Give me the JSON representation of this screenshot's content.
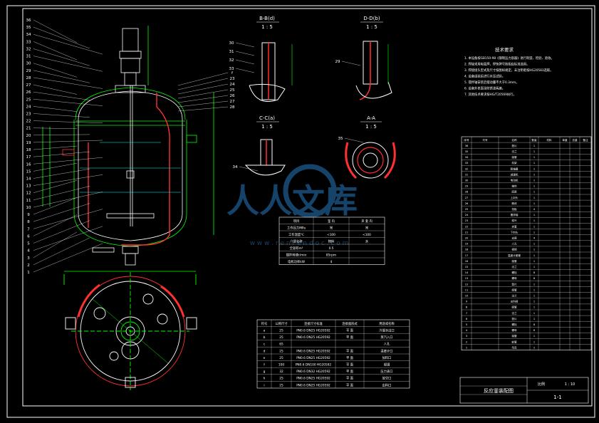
{
  "sections": {
    "bb": {
      "title": "B-B(d)",
      "scale": "1 : 5"
    },
    "dd": {
      "title": "D-D(b)",
      "scale": "1 : 5"
    },
    "cc": {
      "title": "C-C(a)",
      "scale": "1 : 5"
    },
    "aa": {
      "title": "A-A",
      "scale": "1 : 5"
    }
  },
  "tech_requirements": {
    "title": "技术要求",
    "lines": [
      "1. 本设备按GB150-98《钢制压力容器》进行制造、检验、验收。",
      "2. 焊接采用电弧焊，焊条牌号按相应标准选用。",
      "3. 焊接接头型式及尺寸按图样规定，未注明者按HG20583选取。",
      "4. 设备组装后进行水压试验。",
      "5. 搅拌轴安装后摆动量不大于0.3mm。",
      "6. 设备外表面涂防锈漆两遍。",
      "7. 其他技术要求按HG/T20569执行。"
    ]
  },
  "design_table": {
    "headers": [
      "项目",
      "釜 内",
      "夹 套 内"
    ],
    "rows": [
      [
        "工作压力MPa",
        "常",
        "常"
      ],
      [
        "工作温度℃",
        "<100",
        "<100"
      ],
      [
        "介质名称",
        "物料",
        "水"
      ],
      [
        "全容积m³",
        "0.5",
        ""
      ],
      [
        "搅拌转速r/min",
        "85rpm",
        ""
      ],
      [
        "电机功率kW",
        "4",
        ""
      ]
    ]
  },
  "nozzle_table": {
    "headers": [
      "符号",
      "公称尺寸",
      "连接尺寸标准",
      "连接面形式",
      "用途或名称"
    ],
    "rows": [
      [
        "a",
        "25",
        "PN0.6 DN25 HG20592",
        "平 面",
        "冷凝水出口"
      ],
      [
        "b",
        "25",
        "PN0.6 DN25 HG20592",
        "平 面",
        "蒸汽入口"
      ],
      [
        "c",
        "65",
        "",
        "",
        "人孔"
      ],
      [
        "d",
        "25",
        "PN0.6 DN25 HG20592",
        "平 面",
        "温度计口"
      ],
      [
        "e",
        "25",
        "PN0.6 DN25 HG20592",
        "平 面",
        "加料口"
      ],
      [
        "f",
        "100",
        "PN0.6 DN100 HG20592",
        "平 面",
        "视镜"
      ],
      [
        "g",
        "32",
        "PN0.6 DN32 HG20592",
        "平 面",
        "压力表口"
      ],
      [
        "h",
        "25",
        "PN0.6 DN25 HG20592",
        "平 面",
        "放空口"
      ],
      [
        "i",
        "25",
        "PN0.6 DN25 HG20592",
        "平 面",
        "出料口"
      ]
    ]
  },
  "bom": {
    "headers": [
      "序号",
      "代号",
      "名称",
      "数量",
      "材料",
      "单重",
      "总重",
      "备注"
    ],
    "rows": [
      [
        "36",
        "",
        "垫片",
        "1",
        "",
        "",
        "",
        ""
      ],
      [
        "35",
        "",
        "法兰",
        "1",
        "",
        "",
        "",
        ""
      ],
      [
        "34",
        "",
        "接管",
        "1",
        "",
        "",
        "",
        ""
      ],
      [
        "33",
        "",
        "机架",
        "1",
        "",
        "",
        "",
        ""
      ],
      [
        "32",
        "",
        "联轴器",
        "1",
        "",
        "",
        "",
        ""
      ],
      [
        "31",
        "",
        "减速机",
        "1",
        "",
        "",
        "",
        ""
      ],
      [
        "30",
        "",
        "电动机",
        "1",
        "",
        "",
        "",
        ""
      ],
      [
        "29",
        "",
        "轴封",
        "1",
        "",
        "",
        "",
        ""
      ],
      [
        "28",
        "",
        "底座",
        "1",
        "",
        "",
        "",
        ""
      ],
      [
        "27",
        "",
        "上封头",
        "1",
        "",
        "",
        "",
        ""
      ],
      [
        "26",
        "",
        "筒体",
        "1",
        "",
        "",
        "",
        ""
      ],
      [
        "25",
        "",
        "挡板",
        "4",
        "",
        "",
        "",
        ""
      ],
      [
        "24",
        "",
        "搅拌轴",
        "1",
        "",
        "",
        "",
        ""
      ],
      [
        "23",
        "",
        "桨叶",
        "1",
        "",
        "",
        "",
        ""
      ],
      [
        "22",
        "",
        "夹套",
        "1",
        "",
        "",
        "",
        ""
      ],
      [
        "21",
        "",
        "下封头",
        "1",
        "",
        "",
        "",
        ""
      ],
      [
        "20",
        "",
        "支座",
        "4",
        "",
        "",
        "",
        ""
      ],
      [
        "19",
        "",
        "人孔",
        "1",
        "",
        "",
        "",
        ""
      ],
      [
        "18",
        "",
        "视镜",
        "1",
        "",
        "",
        "",
        ""
      ],
      [
        "17",
        "",
        "温度计套管",
        "1",
        "",
        "",
        "",
        ""
      ],
      [
        "16",
        "",
        "接管",
        "1",
        "",
        "",
        "",
        ""
      ],
      [
        "15",
        "",
        "法兰",
        "1",
        "",
        "",
        "",
        ""
      ],
      [
        "14",
        "",
        "螺栓",
        "8",
        "",
        "",
        "",
        ""
      ],
      [
        "13",
        "",
        "螺母",
        "8",
        "",
        "",
        "",
        ""
      ],
      [
        "12",
        "",
        "垫片",
        "1",
        "",
        "",
        "",
        ""
      ],
      [
        "11",
        "",
        "接管",
        "1",
        "",
        "",
        "",
        ""
      ],
      [
        "10",
        "",
        "法兰",
        "1",
        "",
        "",
        "",
        ""
      ],
      [
        "9",
        "",
        "出料阀",
        "1",
        "",
        "",
        "",
        ""
      ],
      [
        "8",
        "",
        "接管",
        "1",
        "",
        "",
        "",
        ""
      ],
      [
        "7",
        "",
        "法兰",
        "1",
        "",
        "",
        "",
        ""
      ],
      [
        "6",
        "",
        "垫片",
        "1",
        "",
        "",
        "",
        ""
      ],
      [
        "5",
        "",
        "螺栓",
        "8",
        "",
        "",
        "",
        ""
      ],
      [
        "4",
        "",
        "螺母",
        "8",
        "",
        "",
        "",
        ""
      ],
      [
        "3",
        "",
        "接管",
        "1",
        "",
        "",
        "",
        ""
      ],
      [
        "2",
        "",
        "蛇管",
        "1",
        "",
        "",
        "",
        ""
      ],
      [
        "1",
        "",
        "吊耳",
        "2",
        "",
        "",
        "",
        ""
      ]
    ]
  },
  "title_block": {
    "name": "反应釜装配图",
    "drawing_no": "1-1",
    "scale_label": "比例",
    "scale": "1 : 10"
  },
  "watermark": {
    "text": "人人文库",
    "url": "w w w . r e n r e n d o c . c o m"
  },
  "main_labels_left": [
    "36",
    "35",
    "34",
    "33",
    "32",
    "31",
    "30",
    "29",
    "28",
    "27",
    "26",
    "25",
    "24",
    "23",
    "22",
    "21",
    "20",
    "19",
    "18",
    "17",
    "16",
    "15",
    "14",
    "13",
    "12",
    "11",
    "10",
    "9",
    "8",
    "7",
    "6",
    "5",
    "4",
    "3",
    "2",
    "1"
  ],
  "main_labels_right": [
    "f",
    "23",
    "24",
    "25",
    "26",
    "27",
    "28"
  ],
  "section_labels": {
    "bb": [
      "30",
      "31",
      "32",
      "33"
    ],
    "dd": [
      "29"
    ],
    "cc": [
      "34"
    ],
    "aa": [
      "35"
    ]
  },
  "colors": {
    "line": "#00ff00",
    "red": "#ff3030",
    "white": "#ffffff",
    "yellow": "#ffff00",
    "cyan": "#00ffff",
    "watermark": "#1e5a8c"
  }
}
